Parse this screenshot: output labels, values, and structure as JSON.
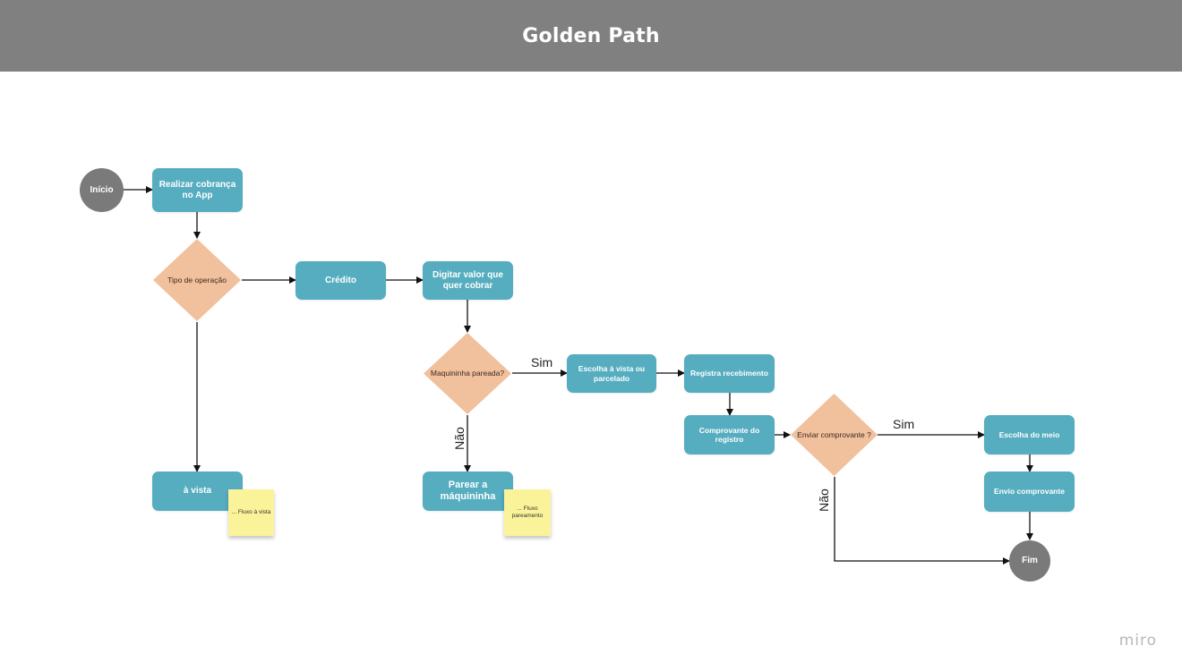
{
  "header": {
    "title": "Golden Path"
  },
  "nodes": {
    "inicio": "Início",
    "realizar_cobranca": "Realizar cobrança no App",
    "tipo_operacao": "Tipo de operação",
    "credito": "Crédito",
    "digitar_valor": "Digitar valor que quer cobrar",
    "maquininha_pareada": "Maquininha pareada?",
    "escolha_vista_parcelado": "Escolha à vista ou parcelado",
    "registra_recebimento": "Registra recebimento",
    "comprovante_registro": "Comprovante do registro",
    "enviar_comprovante": "Enviar comprovante ?",
    "escolha_meio": "Escolha do meio",
    "envio_comprovante": "Envio comprovante",
    "fim": "Fim",
    "a_vista": "à vista",
    "parear_maquininha": "Parear a máquininha"
  },
  "stickies": {
    "fluxo_a_vista": "... Fluxo à vista",
    "fluxo_pareamento": "... Fluxo pareamento"
  },
  "edge_labels": {
    "maquininha_sim": "Sim",
    "maquininha_nao": "Não",
    "enviar_sim": "Sim",
    "enviar_nao": "Não"
  },
  "colors": {
    "header": "#808080",
    "process": "#55adbf",
    "decision": "#f1c09c",
    "terminal": "#7a7a7a",
    "sticky": "#fbf39a"
  },
  "watermark": "miro"
}
